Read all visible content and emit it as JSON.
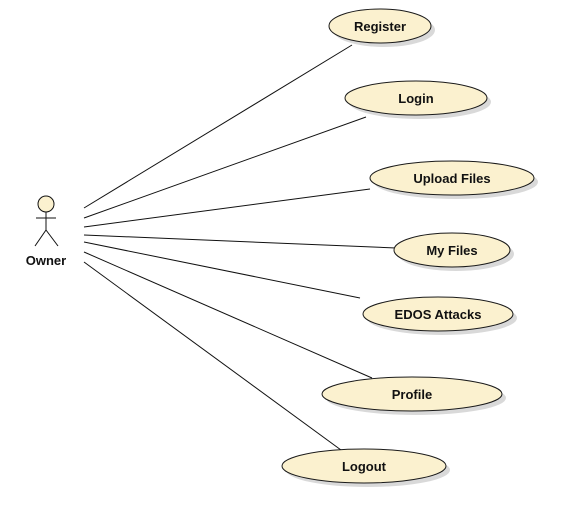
{
  "diagram_type": "use-case",
  "actor": {
    "name": "Owner"
  },
  "use_cases": [
    {
      "id": "register",
      "label": "Register"
    },
    {
      "id": "login",
      "label": "Login"
    },
    {
      "id": "upload-files",
      "label": "Upload Files"
    },
    {
      "id": "my-files",
      "label": "My Files"
    },
    {
      "id": "edos-attacks",
      "label": "EDOS Attacks"
    },
    {
      "id": "profile",
      "label": "Profile"
    },
    {
      "id": "logout",
      "label": "Logout"
    }
  ],
  "associations": [
    {
      "from": "Owner",
      "to": "register"
    },
    {
      "from": "Owner",
      "to": "login"
    },
    {
      "from": "Owner",
      "to": "upload-files"
    },
    {
      "from": "Owner",
      "to": "my-files"
    },
    {
      "from": "Owner",
      "to": "edos-attacks"
    },
    {
      "from": "Owner",
      "to": "profile"
    },
    {
      "from": "Owner",
      "to": "logout"
    }
  ],
  "colors": {
    "usecase_fill": "#fbf1cf",
    "stroke": "#111111",
    "shadow": "#d9d9d9"
  }
}
